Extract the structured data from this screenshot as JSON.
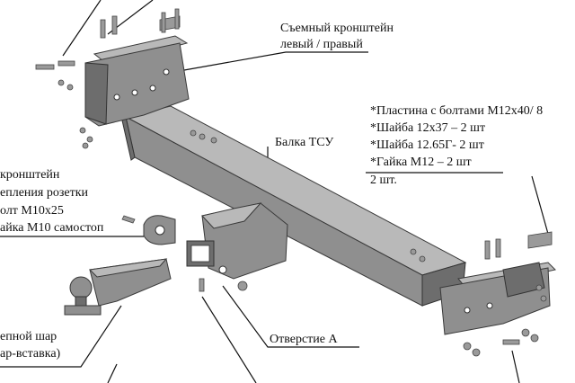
{
  "labels": {
    "bracket_removable_l1": "Съемный кронштейн",
    "bracket_removable_l2": "левый / правый",
    "plate_bolts": "*Пластина с болтами М12х40/ 8",
    "washer_1": "*Шайба 12х37 – 2 шт",
    "washer_2": "*Шайба 12.65Г- 2 шт",
    "nut": "*Гайка М12 – 2 шт",
    "nut_qty": "2 шт.",
    "beam": "Балка ТСУ",
    "socket_l1": "кронштейн",
    "socket_l2": "епления розетки",
    "socket_l3": "олт М10х25",
    "socket_l4": "айка М10 самостоп",
    "ball_l1": "епной шар",
    "ball_l2": "ар-вставка)",
    "hole_a": "Отверстие А"
  },
  "colors": {
    "steel": "#8f8f8f",
    "steel_light": "#b9b9b9",
    "steel_dark": "#6d6d6d",
    "line": "#111111"
  }
}
